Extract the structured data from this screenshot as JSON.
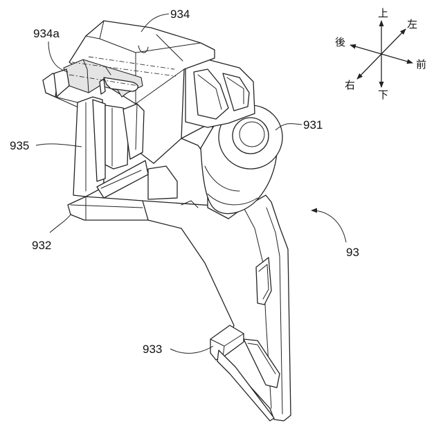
{
  "labels": {
    "part_934": "934",
    "part_934a": "934a",
    "part_931": "931",
    "part_935": "935",
    "part_932": "932",
    "part_93": "93",
    "part_933": "933"
  },
  "compass": {
    "up": "上",
    "down": "下",
    "left": "左",
    "right": "右",
    "front": "前",
    "rear": "後"
  },
  "colors": {
    "line": "#222222",
    "highlight": "#e4e4e4",
    "background": "#ffffff"
  }
}
